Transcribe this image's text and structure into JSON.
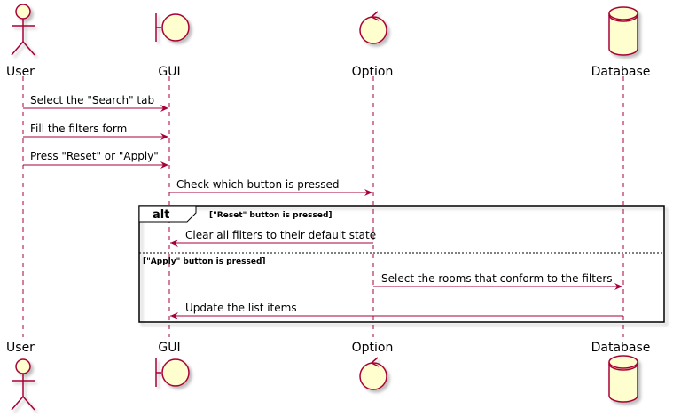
{
  "participants": [
    {
      "id": "user",
      "name": "User",
      "kind": "actor"
    },
    {
      "id": "gui",
      "name": "GUI",
      "kind": "boundary"
    },
    {
      "id": "option",
      "name": "Option",
      "kind": "control"
    },
    {
      "id": "database",
      "name": "Database",
      "kind": "database"
    }
  ],
  "messages": [
    {
      "from": "user",
      "to": "gui",
      "text": "Select the \"Search\" tab"
    },
    {
      "from": "user",
      "to": "gui",
      "text": "Fill the filters form"
    },
    {
      "from": "user",
      "to": "gui",
      "text": "Press \"Reset\" or \"Apply\""
    },
    {
      "from": "gui",
      "to": "option",
      "text": "Check which button is pressed"
    },
    {
      "from": "option",
      "to": "gui",
      "text": "Clear all filters to their default state"
    },
    {
      "from": "option",
      "to": "database",
      "text": "Select the rooms that conform to the filters"
    },
    {
      "from": "database",
      "to": "gui",
      "text": "Update the list items"
    }
  ],
  "alt_fragment": {
    "keyword": "alt",
    "conditions": [
      "[\"Reset\" button is pressed]",
      "[\"Apply\" button is pressed]"
    ]
  },
  "colors": {
    "line": "#A80036",
    "participant_fill": "#FEFECE",
    "frame": "#000000"
  }
}
